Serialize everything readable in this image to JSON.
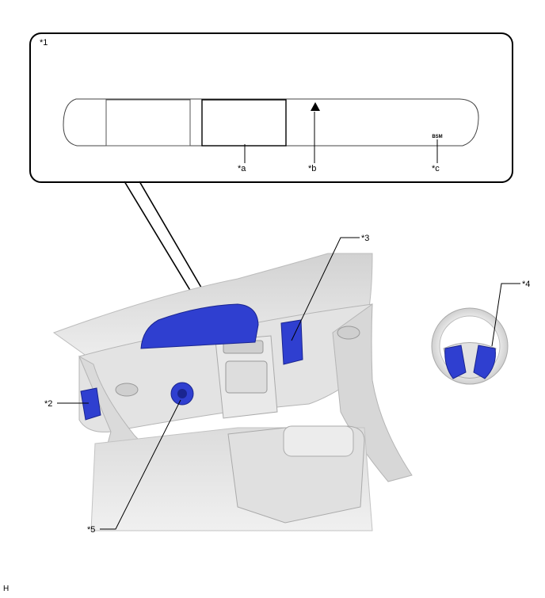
{
  "callouts": {
    "inset": "*1",
    "a": "*a",
    "b": "*b",
    "c": "*c",
    "c2": "*2",
    "c3": "*3",
    "c4": "*4",
    "c5": "*5"
  },
  "inset_indicator_text": "BSM",
  "figure_id": "H",
  "colors": {
    "highlight": "#2f3fd0",
    "highlight_dark": "#1a2590",
    "body_gray": "#e4e4e4",
    "body_shade": "#c9c9c9",
    "line": "#000000"
  }
}
